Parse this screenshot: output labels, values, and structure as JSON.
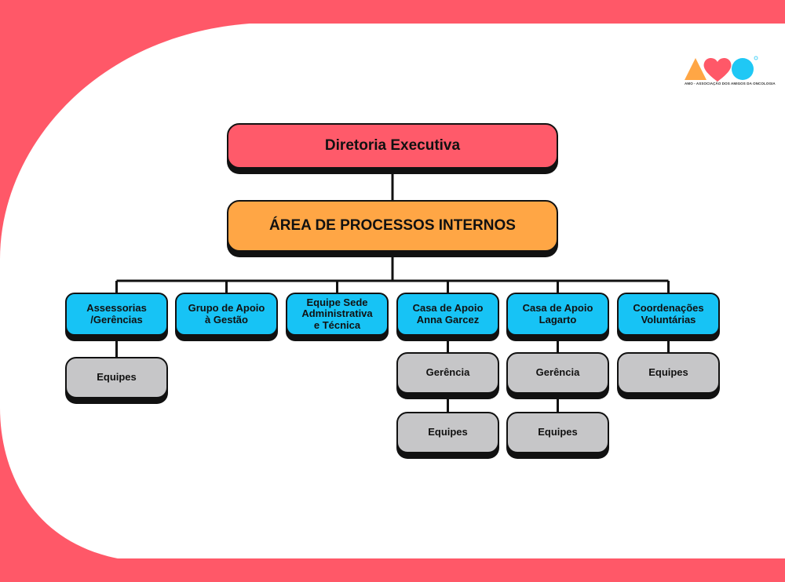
{
  "colors": {
    "frame": "#ff5868",
    "background": "#ffffff",
    "directorate": "#ff5a6a",
    "area": "#ffa645",
    "unit": "#17c3f5",
    "subunit": "#c6c6c8",
    "outline": "#111111",
    "shadow": "#111111"
  },
  "logo": {
    "icons": [
      "triangle-icon",
      "heart-icon",
      "circle-icon"
    ],
    "icon_colors": [
      "#ffa645",
      "#ff5868",
      "#1fc8f5"
    ],
    "caption": "AMO - ASSOCIAÇÃO DOS AMIGOS DA ONCOLOGIA"
  },
  "org": {
    "directorate": "Diretoria Executiva",
    "area": "ÁREA DE PROCESSOS INTERNOS",
    "units": [
      {
        "label": "Assessorias\n/Gerências",
        "children": [
          "Equipes"
        ]
      },
      {
        "label": "Grupo de Apoio\nà Gestão",
        "children": []
      },
      {
        "label": "Equipe Sede\nAdministrativa\ne Técnica",
        "children": []
      },
      {
        "label": "Casa de Apoio\nAnna Garcez",
        "children": [
          "Gerência",
          "Equipes"
        ]
      },
      {
        "label": "Casa de Apoio\nLagarto",
        "children": [
          "Gerência",
          "Equipes"
        ]
      },
      {
        "label": "Coordenações\nVoluntárias",
        "children": [
          "Equipes"
        ]
      }
    ]
  }
}
